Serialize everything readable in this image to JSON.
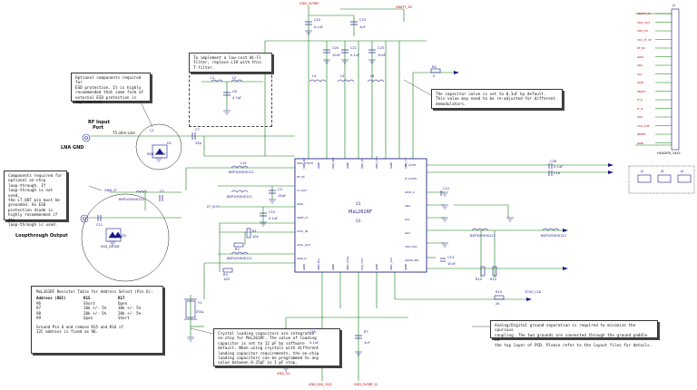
{
  "colors": {
    "wire": "#0c7a0c",
    "part": "#1a1a8a",
    "pin": "#a01010",
    "text": "#111111"
  },
  "chip": {
    "ref": "U1",
    "name": "MxL261RF",
    "name2": "U1"
  },
  "notes": {
    "esd": [
      "Optional components required for",
      "ESD protection. It is highly",
      "recommended that some form of",
      "external ESD protection is",
      "implemented."
    ],
    "wifi": [
      "To implement a low-cost Wi-Fi",
      "filter, replace L19 with this",
      "T-filter."
    ],
    "cap": [
      "The capacitor value is set to 0.1uF by default.",
      "This value may need to be re-adjusted for different",
      "demodulators."
    ],
    "loop": [
      "Components  required for",
      "optional on-chip",
      "loop-through.  If",
      "loop-through is not used,",
      "the  LT_OUT pin must be",
      "grounded.  An ESD",
      "protection diode is",
      "highly recommended if the",
      "loop-through is used."
    ],
    "crystal": [
      "Crystal loading capacitors are integrated",
      "on-chip for MxL261RF. The value  of  loading",
      "capacitor is set to 12 pF by software",
      "default.  When using crystals with different",
      "loading capacitor requirements, the on-chip",
      "loading capacitors can be  programmed to any",
      "value between 0-25pF in 1 pF step."
    ],
    "ground": [
      "Analog/Digital ground separation is required to minimize the spurious",
      "coupling.  The two grounds are connected through the ground paddle on",
      "the top layer of PCB.  Please refer to the layout files for details."
    ]
  },
  "labels": {
    "rf_input": "RF Input",
    "port": "Port",
    "lna_gnd": "LNA GND",
    "ohm_line": "75 ohm Line",
    "loopthrough": "Loopthrough Output",
    "header": "HEADER_16X1",
    "j1": "J1",
    "vdd_top": "VDD_3V3RF",
    "vbatt": "VBATT_3V",
    "vdd_bottom": "VDD_3V3RF_D",
    "vdd_5v": "VDD_5V",
    "vdd_dig": "VDD_DIG_3V3",
    "lt_out": "LT_OUT",
    "gnd_lt": "GND_LT",
    "xtal": "XTAL",
    "tcxo": "TCXO_CLK"
  },
  "header_pins": [
    "VBATT_3V",
    "VDD_3V3",
    "VDD_5V",
    "VCC_IF_3V",
    "RF_IN",
    "GPIO",
    "SDA",
    "SCL",
    "GND",
    "VBATT",
    "IF_P",
    "IF_N",
    "AGC",
    "CLK_OUT",
    "RESET",
    "GND"
  ],
  "chip_pins_left": [
    "VDD_SYNTH",
    "RF_IN",
    "LT_OUT",
    "GND",
    "VREF_LT",
    "XTAL_IN",
    "XTAL_OUT",
    "GND_D"
  ],
  "chip_pins_top": [
    "VDD_RF",
    "GND",
    "VDD_BB",
    "GND",
    "VDD_IF",
    "VDD_3V3",
    "GND",
    "VDD_CP"
  ],
  "chip_pins_right": [
    "IF_OUTP",
    "IF_OUTN",
    "GPIO_0",
    "SDA",
    "SCL",
    "AGC",
    "VDD_DIG",
    "ADDR_SEL"
  ],
  "chip_pins_bottom": [
    "GND",
    "VDD_PLL",
    "GND",
    "VDD_XTAL",
    "CLK_OUT",
    "GND",
    "VDD_1V2",
    "GND"
  ],
  "resistor_table": {
    "title": "MxL261RF Resistor Table for Address Select (Pin 6):",
    "headers": [
      "Address (DEC)",
      "R15",
      "R17"
    ],
    "rows": [
      [
        "96",
        "Short",
        "Open"
      ],
      [
        "97",
        "10k +/- 5%",
        "30k +/- 5%"
      ],
      [
        "98",
        "20k +/- 5%",
        "20k +/- 5%"
      ],
      [
        "99",
        "Open",
        "Short"
      ]
    ],
    "footer": [
      "Ground Pin 6 and remove R15 and R16 if",
      "I2C address is fixed as 96."
    ]
  },
  "comp_refs": {
    "l1": "L1",
    "l2": "L2",
    "l4": "L4",
    "l5": "L5",
    "l6": "L6",
    "l19": "L19",
    "c1": "C1",
    "c2": "C2",
    "c3": "C3",
    "c7": "C7",
    "c8": "C8",
    "c10": "C10",
    "c11": "C11",
    "c12": "C12",
    "c13": "C13",
    "c15": "C15",
    "c18": "C18",
    "c20": "C20",
    "c21": "C21",
    "c22": "C22",
    "c23": "C23",
    "c25": "C25",
    "c26": "C26",
    "r1": "R1",
    "r2": "R2",
    "r3": "R3",
    "r4": "R4",
    "r7": "R7",
    "r10": "R10",
    "r14": "R14",
    "r15": "R15",
    "r17": "R17",
    "d1": "D1",
    "d2": "D2",
    "y1": "Y1",
    "j2": "J2",
    "j3": "J3",
    "j4": "J4",
    "u1": "U1",
    "esd": "ESD_DIODE",
    "bead": "BEAD",
    "bead_part": "BKP1005HS121",
    "cap_01": "0.1uF",
    "cap_1u": "1uF",
    "cap_10n": "10nF",
    "cap_15p": "15pF",
    "cap_33p": "33p",
    "cap_4p7": "4.7pF",
    "cap_10u": "10uF",
    "res_0": "0",
    "res_10k": "10k",
    "res_30k": "30k",
    "res_100": "100",
    "res_2k": "2K"
  }
}
